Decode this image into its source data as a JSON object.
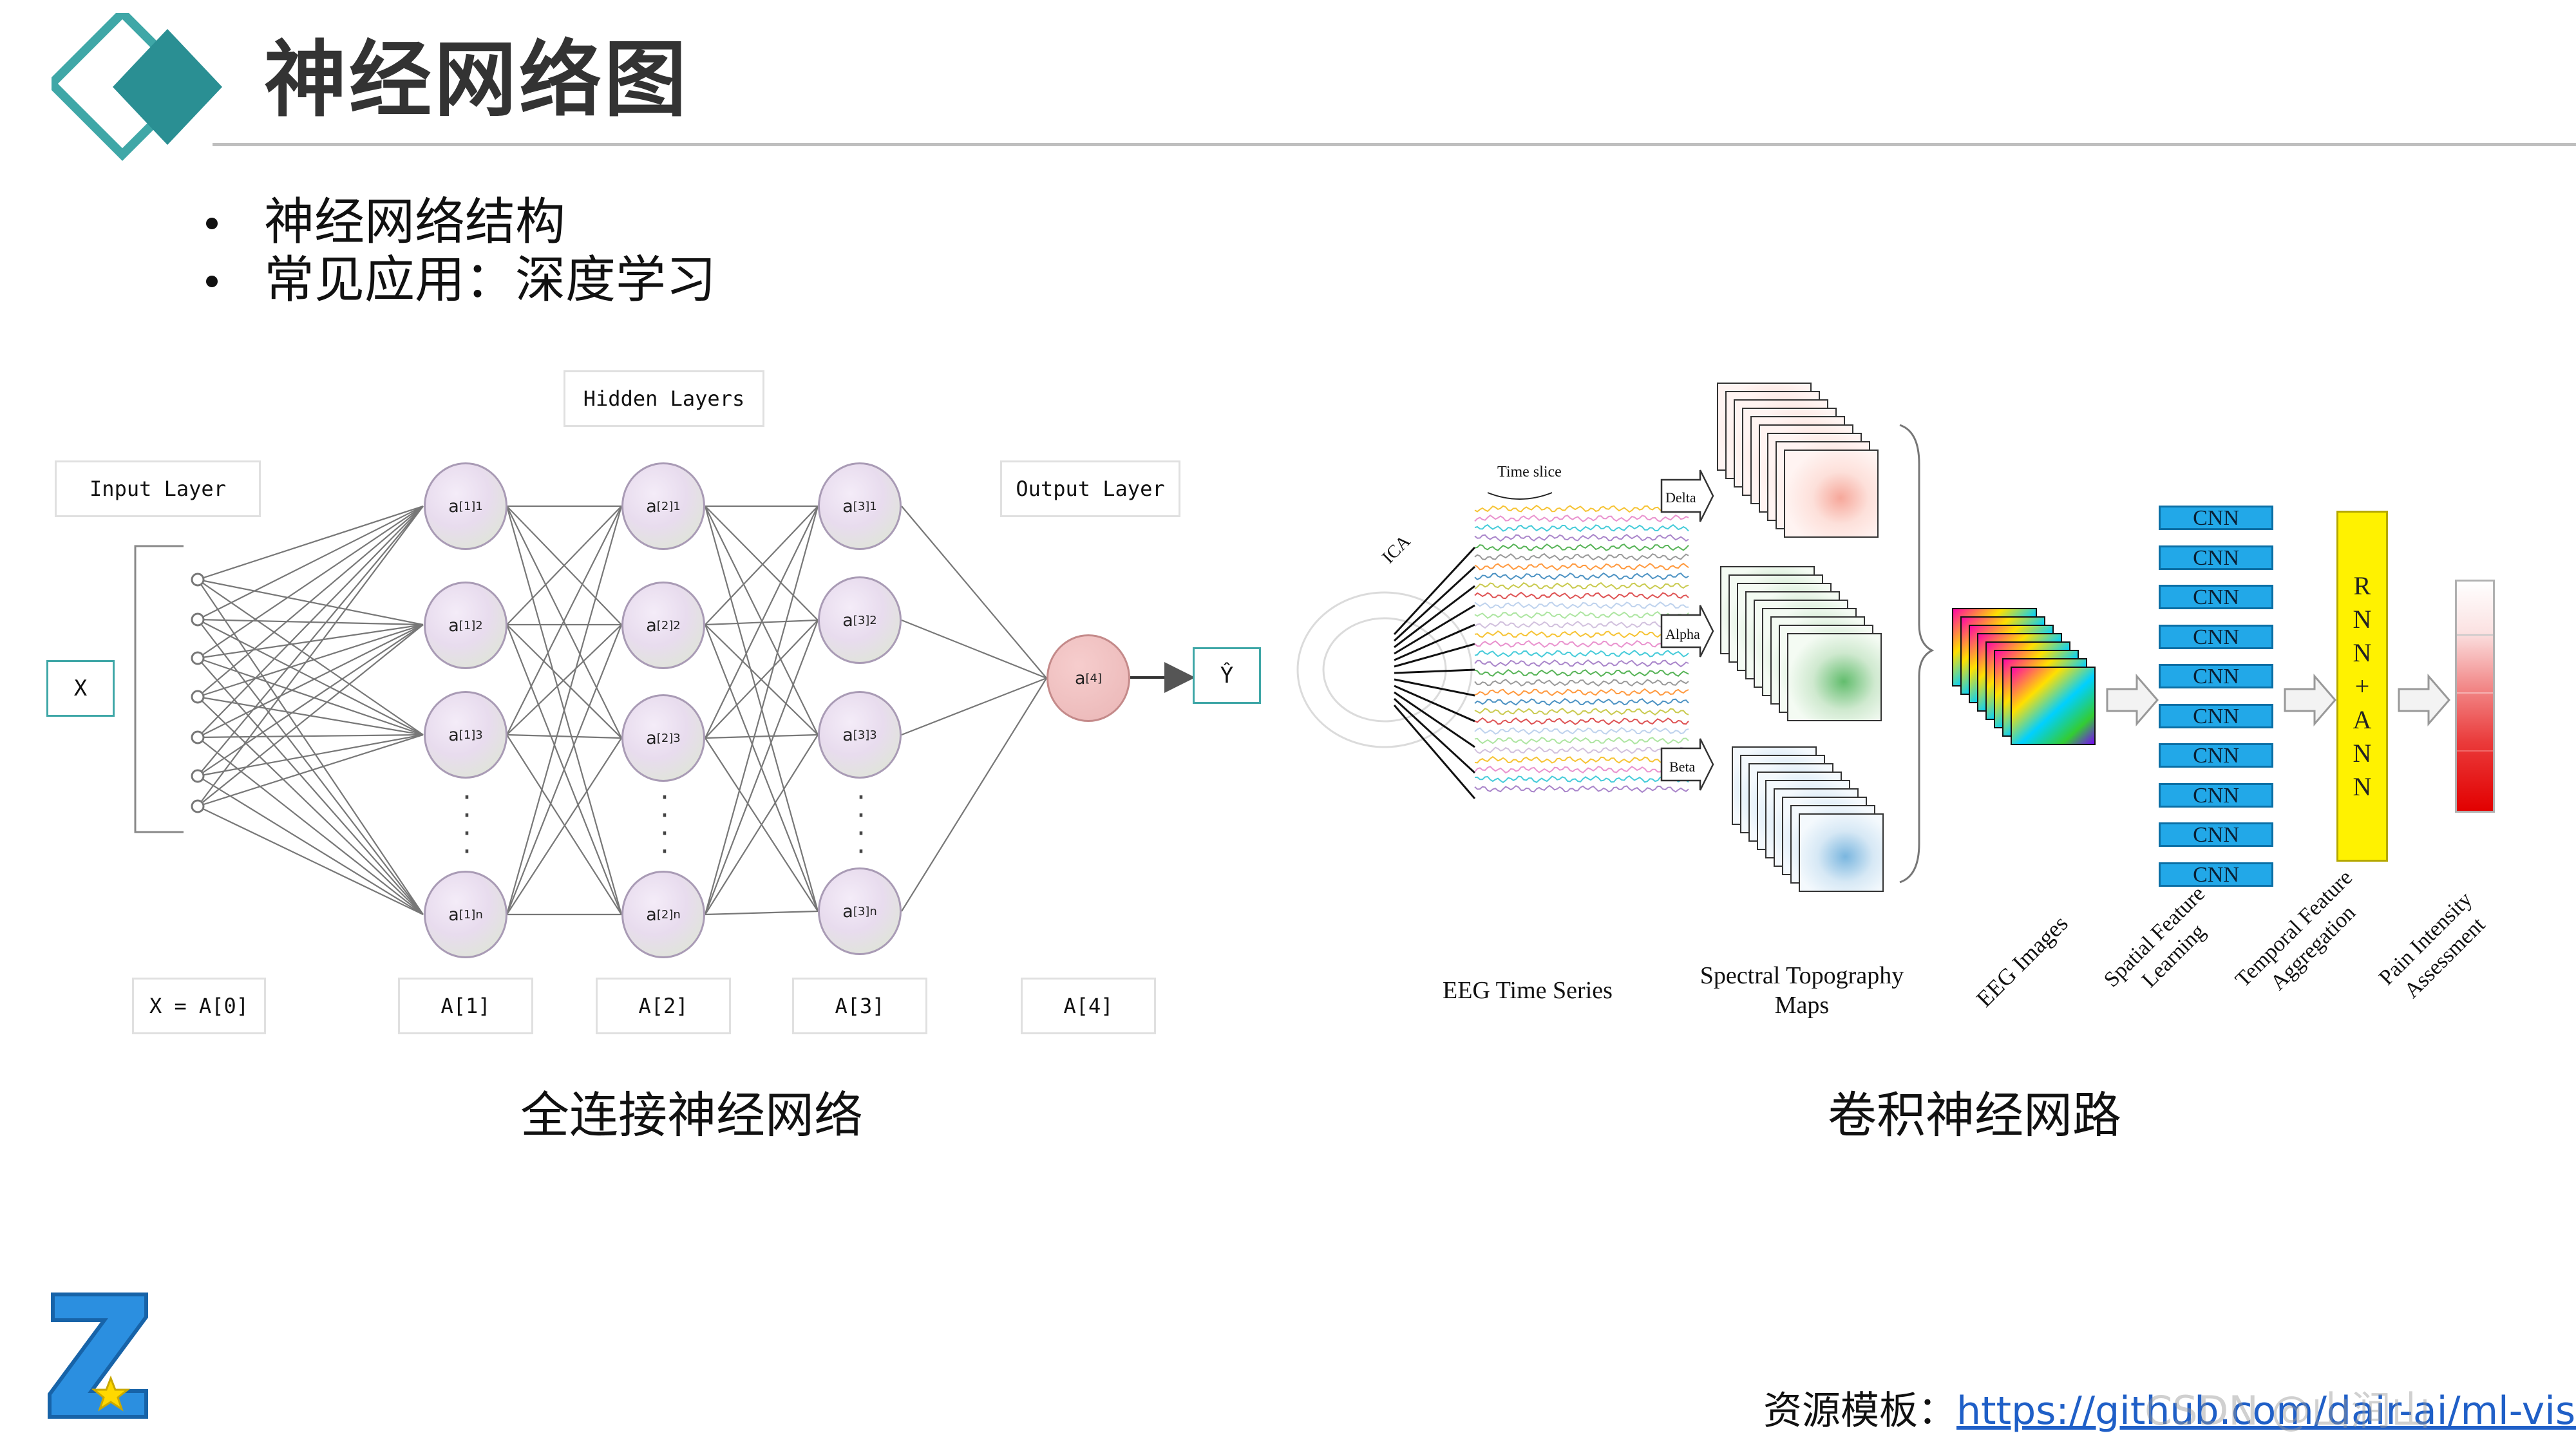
{
  "slide": {
    "title": "神经网络图",
    "bullets": [
      "神经网络结构",
      "常见应用：深度学习"
    ]
  },
  "fc_network": {
    "caption": "全连接神经网络",
    "hidden_layers_label": "Hidden Layers",
    "input_layer_label": "Input Layer",
    "output_layer_label": "Output Layer",
    "x_label": "X",
    "y_label": "Ŷ",
    "layer_labels": [
      "X = A[0]",
      "A[1]",
      "A[2]",
      "A[3]",
      "A[4]"
    ],
    "nodes": {
      "l1": [
        "a[1]1",
        "a[1]2",
        "a[1]3",
        "a[1]n"
      ],
      "l2": [
        "a[2]1",
        "a[2]2",
        "a[2]3",
        "a[2]n"
      ],
      "l3": [
        "a[3]1",
        "a[3]2",
        "a[3]3",
        "a[3]n"
      ],
      "out": "a[4]"
    },
    "node_parts": {
      "sym": "a",
      "l1": "[1]",
      "l2": "[2]",
      "l3": "[3]",
      "l4": "[4]",
      "s1": "1",
      "s2": "2",
      "s3": "3",
      "sn": "n"
    }
  },
  "cnn_pipeline": {
    "caption": "卷积神经网路",
    "time_slice": "Time slice",
    "ica": "ICA",
    "bands": [
      "Delta",
      "Alpha",
      "Beta"
    ],
    "eeg_time_series": "EEG Time Series",
    "spectral_maps": [
      "Spectral Topography",
      "Maps"
    ],
    "eeg_images": "EEG Images",
    "spatial_feature": [
      "Spatial Feature",
      "Learning"
    ],
    "temporal_feature": [
      "Temporal Feature",
      "Aggregation"
    ],
    "pain_intensity": [
      "Pain Intensity",
      "Assessment"
    ],
    "cnn_label": "CNN",
    "cnn_count": 10,
    "rnn_letters": [
      "R",
      "N",
      "N",
      "+",
      "A",
      "N",
      "N"
    ]
  },
  "footer": {
    "prefix": "资源模板：",
    "url": "https://github.com/dair-ai/ml-visuals",
    "watermark": "CSDN @山涧山"
  },
  "colors": {
    "teal": "#3fa7a7",
    "cnn_blue": "#22a8e8",
    "rnn_yellow": "#fff200",
    "pain_red": "#e20000",
    "link_blue": "#1f5fc7"
  }
}
